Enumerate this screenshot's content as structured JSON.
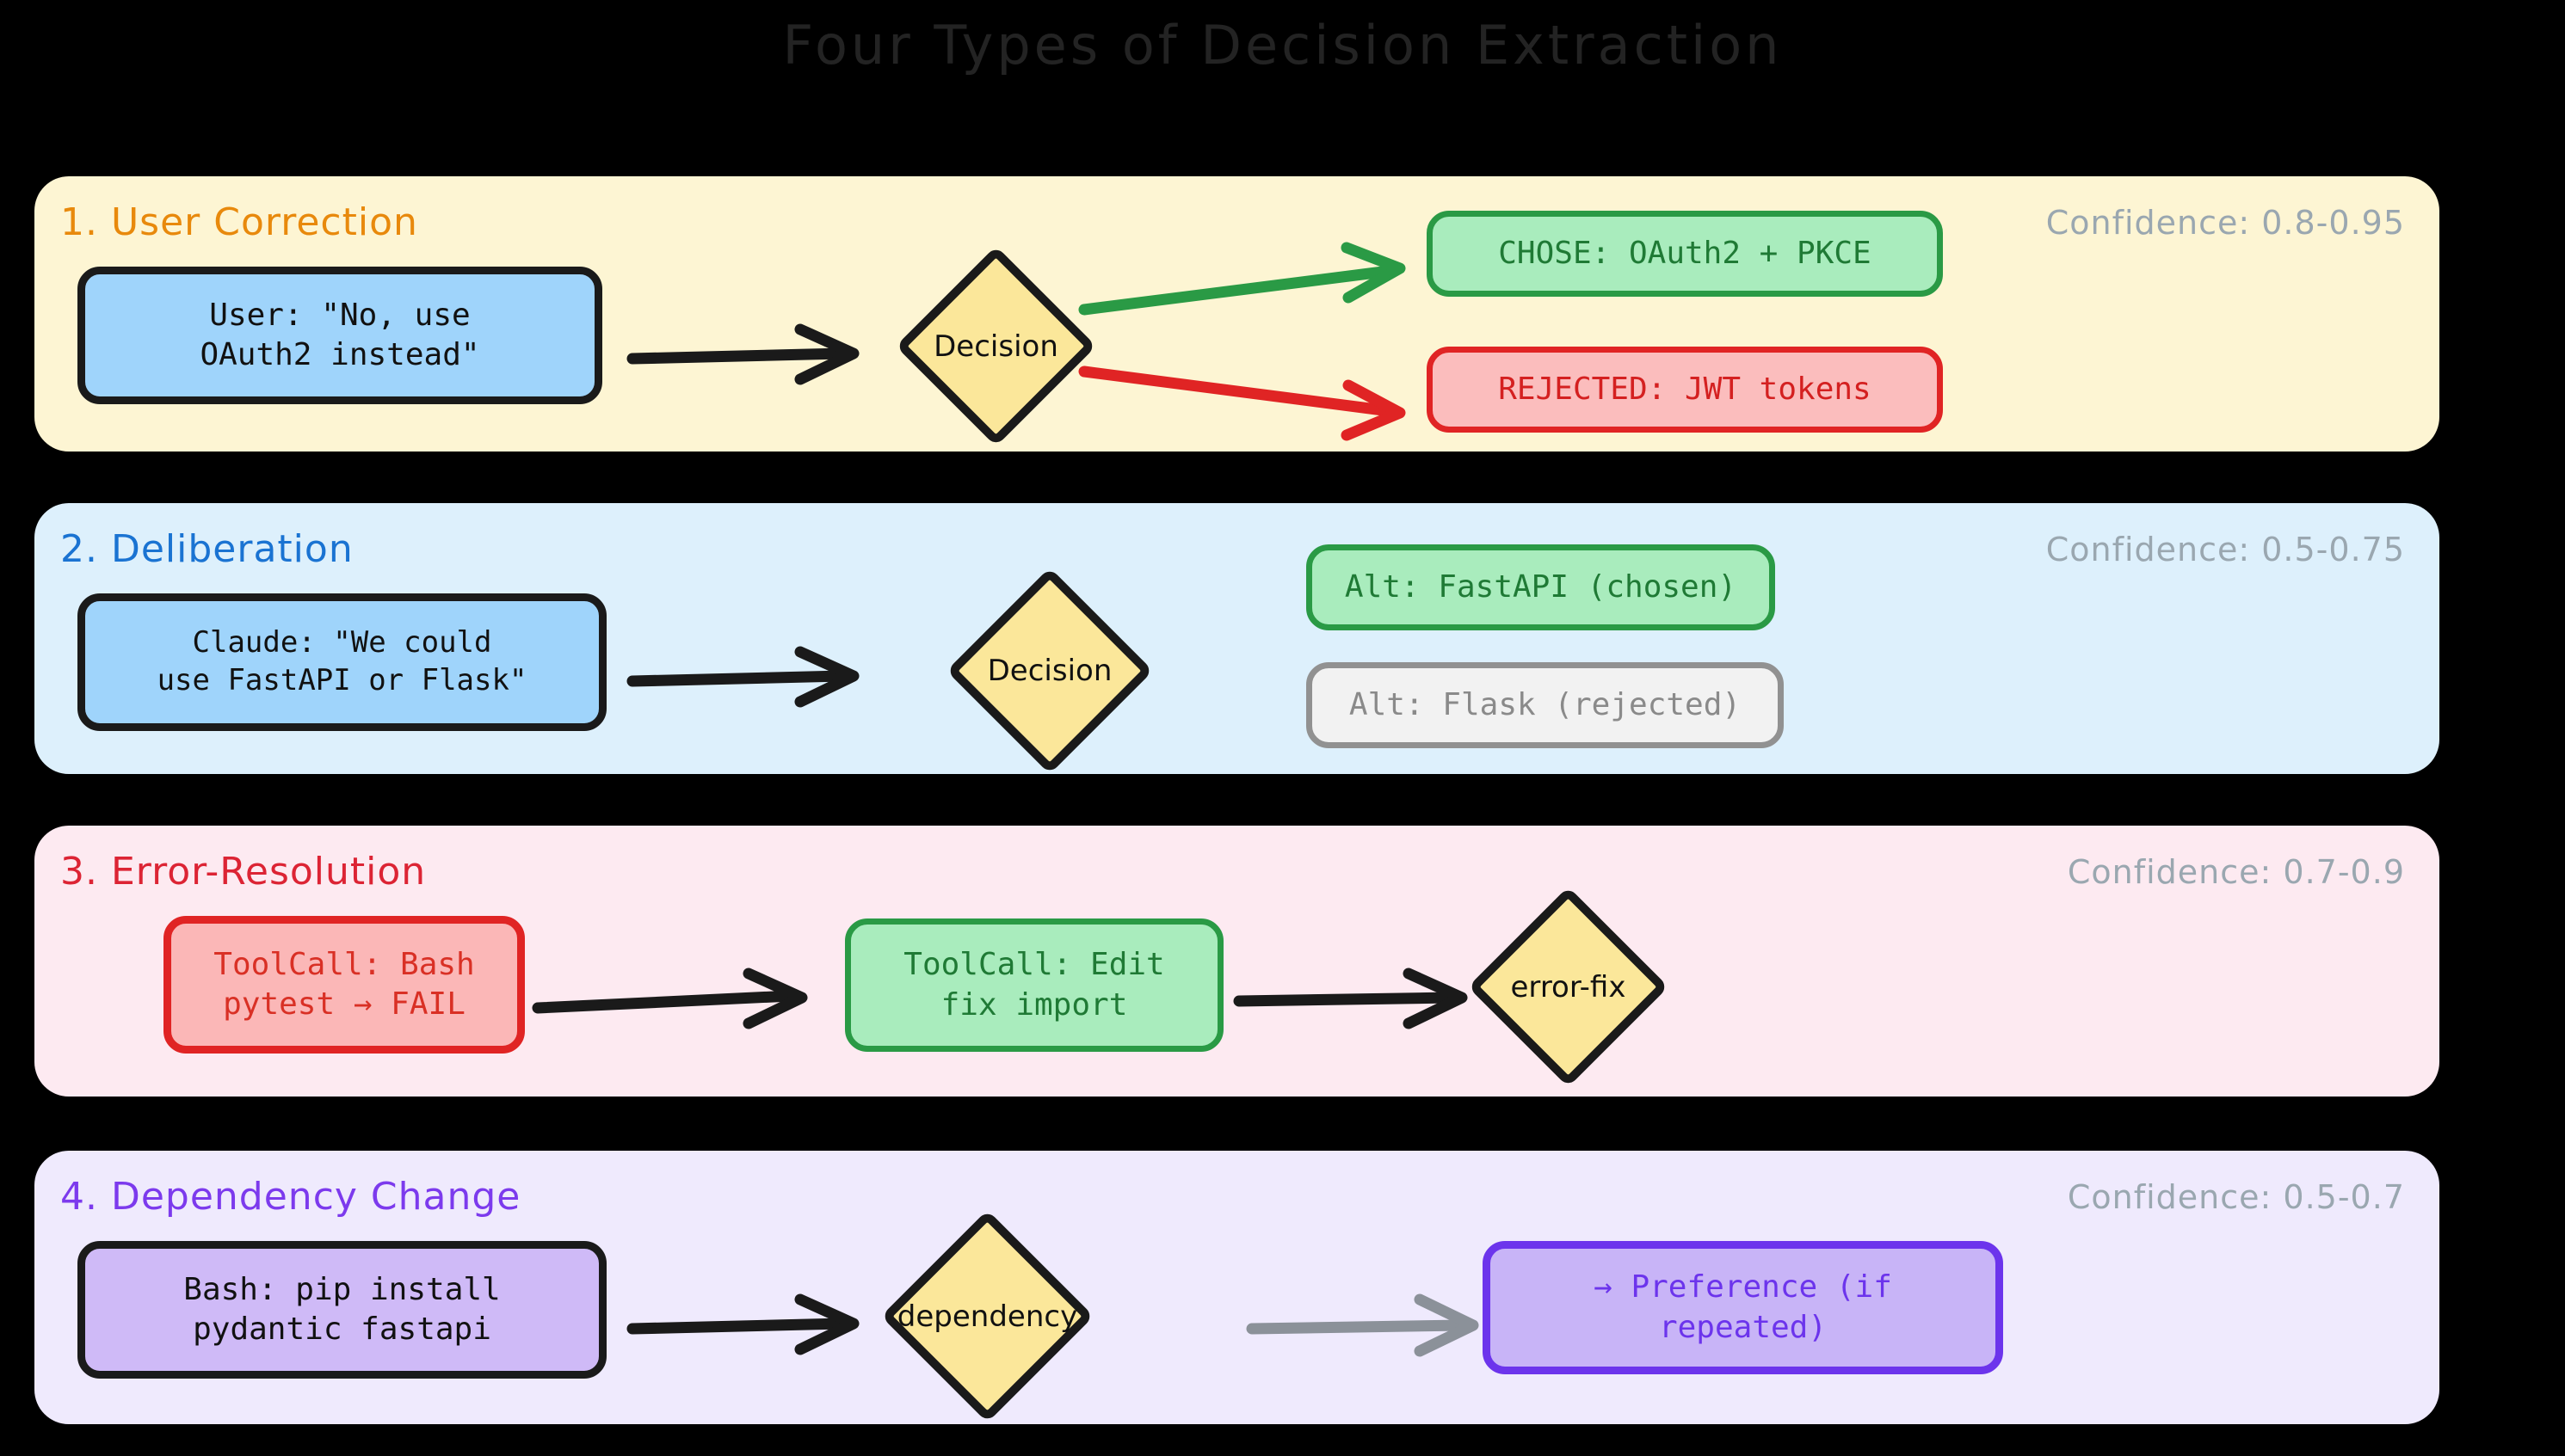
{
  "title": "Four Types of Decision Extraction",
  "panels": [
    {
      "id": "user-correction",
      "heading": "1. User Correction",
      "heading_color": "#e8890c",
      "background": "#fdf5d3",
      "confidence": "Confidence: 0.8-0.95",
      "source_node": "User: \"No, use\nOAuth2 instead\"",
      "decision_label": "Decision",
      "outcome_chosen": "CHOSE: OAuth2 + PKCE",
      "outcome_rejected": "REJECTED: JWT tokens",
      "arrow_chosen_color": "#2a9a45",
      "arrow_rejected_color": "#e02424"
    },
    {
      "id": "deliberation",
      "heading": "2. Deliberation",
      "heading_color": "#1a73d2",
      "background": "#ddf0fc",
      "confidence": "Confidence: 0.5-0.75",
      "source_node": "Claude: \"We could\nuse FastAPI or Flask\"",
      "decision_label": "Decision",
      "alt_chosen": "Alt: FastAPI (chosen)",
      "alt_rejected": "Alt: Flask (rejected)"
    },
    {
      "id": "error-resolution",
      "heading": "3. Error-Resolution",
      "heading_color": "#dc2434",
      "background": "#fdeaf1",
      "confidence": "Confidence: 0.7-0.9",
      "source_node": "ToolCall: Bash\npytest → FAIL",
      "middle_node": "ToolCall: Edit\nfix import",
      "decision_label": "error-fix"
    },
    {
      "id": "dependency-change",
      "heading": "4. Dependency Change",
      "heading_color": "#7c3aed",
      "background": "#efeafd",
      "confidence": "Confidence: 0.5-0.7",
      "source_node": "Bash: pip install\npydantic fastapi",
      "decision_label": "dependency",
      "outcome_node": "→ Preference (if\nrepeated)",
      "arrow_color": "#8b9199"
    }
  ],
  "colors": {
    "page_background": "#000000",
    "title_color": "#232323",
    "confidence_color": "#9aa7b0",
    "node_blue_fill": "#9fd4fb",
    "node_green_fill": "#a9ecbd",
    "node_green_border": "#2a9a45",
    "node_red_fill": "#fbbdbd",
    "node_red_border": "#e02424",
    "node_gray_fill": "#f2f2f2",
    "node_gray_border": "#919191",
    "node_purple_fill": "#cfbaf7",
    "node_purple_border": "#6c34ec",
    "diamond_fill": "#fbe79a",
    "diamond_border": "#1a1a1a"
  }
}
